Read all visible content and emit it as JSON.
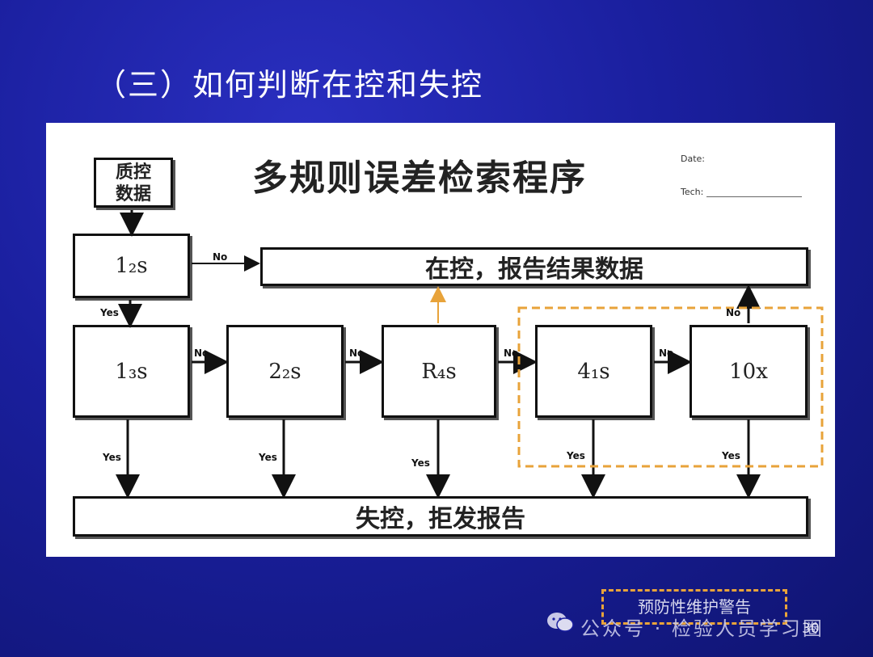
{
  "slide": {
    "title": "（三）如何判断在控和失控"
  },
  "diagram": {
    "title": "多规则误差检索程序",
    "date_label": "Date:",
    "tech_label": "Tech:",
    "qc_data_line1": "质控",
    "qc_data_line2": "数据",
    "rule_1_2s": "1₂s",
    "rule_1_3s": "1₃s",
    "rule_2_2s": "2₂s",
    "rule_R_4s": "R₄s",
    "rule_4_1s": "4₁s",
    "rule_10x": "10x",
    "in_control": "在控，报告结果数据",
    "out_of_control": "失控，拒发报告",
    "label_no": "No",
    "label_yes": "Yes",
    "colors": {
      "highlight": "#e8a33a",
      "box_border": "#111111"
    }
  },
  "legend": {
    "text": "预防性维护警告"
  },
  "footer": {
    "watermark": "公众号 · 检验人员学习圈",
    "page_number": "30"
  }
}
